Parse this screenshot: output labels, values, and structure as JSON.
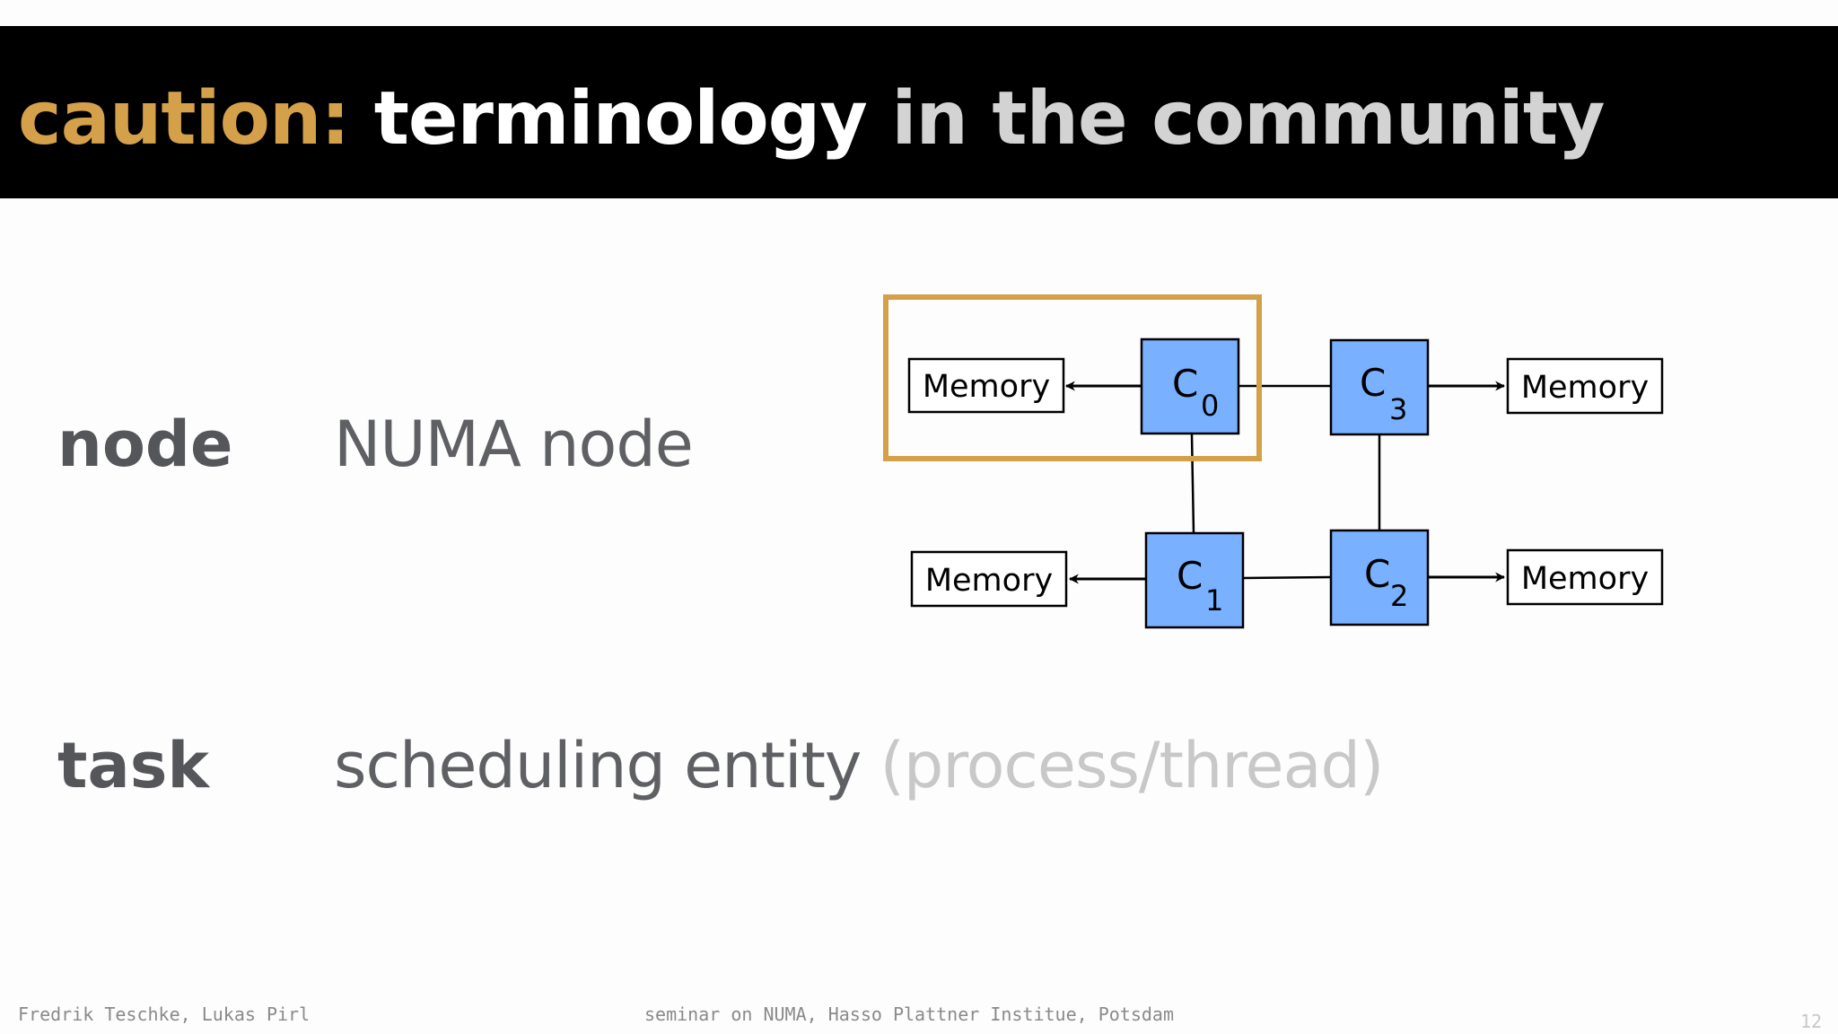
{
  "slide": {
    "title": {
      "part1": "caution:",
      "part2": "terminology",
      "part3": "in the community"
    },
    "terms": [
      {
        "term": "node",
        "definition": "NUMA node",
        "definition_muted": ""
      },
      {
        "term": "task",
        "definition": "scheduling entity",
        "definition_muted": "(process/thread)"
      }
    ],
    "diagram": {
      "memory_label": "Memory",
      "cores": [
        {
          "letter": "C",
          "index": "0"
        },
        {
          "letter": "C",
          "index": "1"
        },
        {
          "letter": "C",
          "index": "2"
        },
        {
          "letter": "C",
          "index": "3"
        }
      ],
      "highlight_color": "#d4a04a",
      "core_color": "#79b0ff"
    },
    "footer": {
      "authors": "Fredrik Teschke, Lukas Pirl",
      "event": "seminar on NUMA, Hasso Plattner Institue, Potsdam",
      "page": "12"
    }
  }
}
